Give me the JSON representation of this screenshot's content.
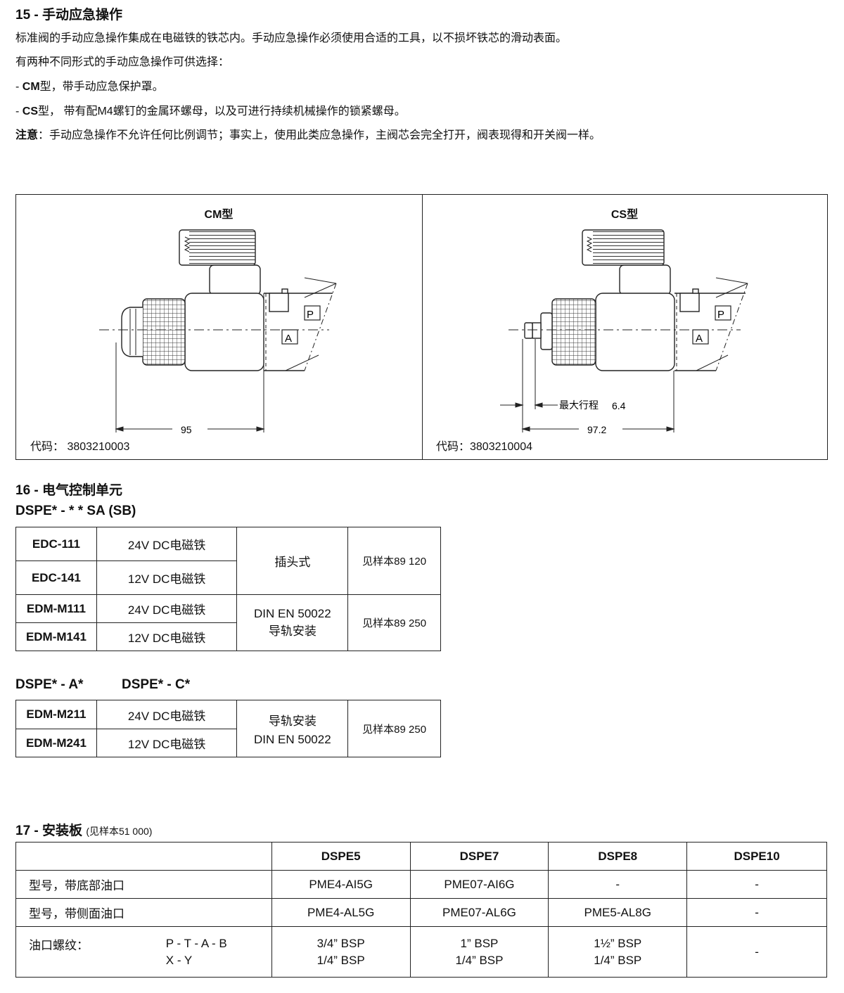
{
  "sec15": {
    "title": "15 - 手动应急操作",
    "p1": "标准阀的手动应急操作集成在电磁铁的铁芯内。手动应急操作必须使用合适的工具，以不损坏铁芯的滑动表面。",
    "p2": "有两种不同形式的手动应急操作可供选择：",
    "p3_prefix": "- ",
    "p3_bold": "CM",
    "p3_text": "型，带手动应急保护罩。",
    "p4_prefix": "- ",
    "p4_bold": "CS",
    "p4_text": "型， 带有配M4螺钉的金属环螺母，以及可进行持续机械操作的锁紧螺母。",
    "p5_bold": "注意",
    "p5_text": "：手动应急操作不允许任何比例调节；事实上，使用此类应急操作，主阀芯会完全打开，阀表现得和开关阀一样。"
  },
  "figure": {
    "cm": {
      "title": "CM型",
      "code": "代码： 3803210003",
      "dim": "95",
      "port_p": "P",
      "port_a": "A"
    },
    "cs": {
      "title": "CS型",
      "code": "代码：3803210004",
      "dim": "97.2",
      "stroke_label": "最大行程",
      "stroke_value": "6.4",
      "port_p": "P",
      "port_a": "A"
    }
  },
  "sec16": {
    "title": "16 -  电气控制单元",
    "sub1": "DSPE* - * * SA (SB)",
    "table1": {
      "rows": [
        {
          "model": "EDC-111",
          "voltage": "24V DC电磁铁"
        },
        {
          "model": "EDC-141",
          "voltage": "12V DC电磁铁"
        },
        {
          "model": "EDM-M111",
          "voltage": "24V DC电磁铁"
        },
        {
          "model": "EDM-M141",
          "voltage": "12V DC电磁铁"
        }
      ],
      "type_a": "插头式",
      "ref_a": "见样本89 120",
      "type_b1": "DIN EN 50022",
      "type_b2": "导轨安装",
      "ref_b": "见样本89 250"
    },
    "sub2a": "DSPE* - A*",
    "sub2b": "DSPE* - C*",
    "table2": {
      "rows": [
        {
          "model": "EDM-M211",
          "voltage": "24V DC电磁铁"
        },
        {
          "model": "EDM-M241",
          "voltage": "12V DC电磁铁"
        }
      ],
      "type1": "导轨安装",
      "type2": "DIN EN 50022",
      "ref": "见样本89 250"
    }
  },
  "sec17": {
    "title": "17 - 安装板",
    "note": "(见样本51 000)",
    "headers": [
      "",
      "DSPE5",
      "DSPE7",
      "DSPE8",
      "DSPE10"
    ],
    "row1": {
      "label": "型号，带底部油口",
      "values": [
        "PME4-AI5G",
        "PME07-AI6G",
        "-",
        "-"
      ]
    },
    "row2": {
      "label": "型号，带侧面油口",
      "values": [
        "PME4-AL5G",
        "PME07-AL6G",
        "PME5-AL8G",
        "-"
      ]
    },
    "row3": {
      "label": "油口螺纹：",
      "ports1": "P - T - A - B",
      "ports2": "X - Y",
      "values": [
        [
          "3/4” BSP",
          "1/4” BSP"
        ],
        [
          "1” BSP",
          "1/4” BSP"
        ],
        [
          "1½” BSP",
          "1/4” BSP"
        ]
      ],
      "last": "-"
    }
  }
}
